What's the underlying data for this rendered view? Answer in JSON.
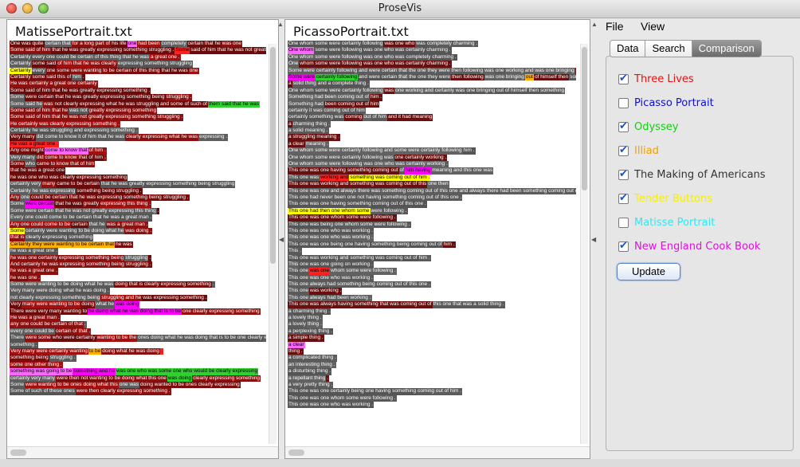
{
  "window": {
    "title": "ProseVis"
  },
  "left_panel": {
    "filename": "MatissePortrait.txt"
  },
  "mid_panel": {
    "filename": "PicassoPortrait.txt"
  },
  "menu": {
    "file": "File",
    "view": "View"
  },
  "tabs": [
    "Data",
    "Search",
    "Comparison"
  ],
  "active_tab": "Comparison",
  "comparison": {
    "items": [
      {
        "label": "Three Lives",
        "checked": true,
        "color": "#e81010"
      },
      {
        "label": "Picasso Portrait",
        "checked": false,
        "color": "#1010d0"
      },
      {
        "label": "Odyssey",
        "checked": true,
        "color": "#10d010"
      },
      {
        "label": "Illiad",
        "checked": true,
        "color": "#f0a000"
      },
      {
        "label": "The Making of Americans",
        "checked": true,
        "color": "#333333"
      },
      {
        "label": "Tender Buttons",
        "checked": true,
        "color": "#f8f000"
      },
      {
        "label": "Matisse Portrait",
        "checked": false,
        "color": "#30e8f0"
      },
      {
        "label": "New England Cook Book",
        "checked": true,
        "color": "#e010e0"
      }
    ],
    "update_label": "Update"
  },
  "left_text": [
    "One was quite certain that for a long part of his life one had been completely certain that he was one",
    "Some said of him that he was greatly expressing something struggling . Some said of him that he was not greatly",
    "Certainly every one could be certain of this thing that he was a great one .",
    "Certainly some said of him that he was clearly expressing something struggling",
    "Certainly every one some were wanting to be certain of this thing that he was one",
    "Certainly some said this of him .",
    "He was certainly a great one certainly",
    "Some said of him that he was greatly expressing something .",
    "Some were certain that he was greatly expressing something being struggling .",
    "Some said he was not clearly expressing what he was struggling and some of such of them said that he was",
    "Some said of him that he was not greatly expressing something",
    "Some said of him that he was not greatly expressing something struggling .",
    "He certainly was clearly expressing something .",
    "Certainly he was struggling and expressing something .",
    "Very many did come to know it of him that he was clearly expressing what he was expressing .",
    "He was a great one .",
    "Any one might come to know that of him .",
    "Very many did come to know that of him .",
    "Some who came to know that of him",
    "that he was a great one",
    "he was one who was clearly expressing something",
    "certainly very many came to be certain that he was greatly expressing something being struggling",
    "Certainly he was expressing something being struggling .",
    "Any one could be certain that he was expressing something being struggling .",
    "Some were certain that he was greatly expressing this thing .",
    "Some were certain that he was not greatly expressing this thing .",
    "Every one could come to be certain that he was a great man .",
    "Any one could come to be certain that he was a great man .",
    "Some certainly were wanting to be doing what he was doing .",
    "that is clearly expressing something",
    "Certainly they were wanting to be certain that he was",
    "he was a great one .",
    "he was one certainly expressing something being struggling .",
    "And certainly he was expressing something being struggling .",
    "he was a great one .",
    "he was one .",
    "Some were wanting to be doing what he was doing that is clearly expressing something .",
    "Very many were doing what he was doing .",
    "not clearly expressing something being struggling and he was expressing something .",
    "Very many were wanting to be doing what he was doing",
    "There were very many wanting to be doing what he was doing that is to be one clearly expressing something",
    "He was a great man .",
    "any one could be certain of that .",
    "every one could be certain of that .",
    "There were some who were certainly wanting to be the ones doing what he was doing that is to be one clearly expressing",
    "something .",
    "Very many were certainly wanting to be doing what he was doing .",
    "something being struggling .",
    "some one other thing .",
    "something was going to be something and he was one who was some one who would be clearly expressing",
    "certainly very many were then not wanting to be doing what this one was doing clearly expressing something",
    "Some were wanting to be ones doing what this one was doing wanted to be ones clearly expressing",
    "Some of such of these ones were then clearly expressing something ."
  ],
  "mid_text": [
    "One whom some were certainly following was one who was completely charming .",
    "One whom some were following was one who was certainly charming .",
    "One whom some were following was one who was completely charming .",
    "One whom some were following was one who was certainly charming .",
    "Some were certainly following and were certain that the one they were then following was one working and was one bringing out of himself",
    "Some were certainly following and were certain that the one they were then following was one bringing out of himself then something that was",
    "a solid thing and a complete thing .",
    "One whom some were certainly following was one working and certainly was one bringing out of himself then something",
    "Something had been coming out of him .",
    "Something had been coming out of him",
    "certainly it was coming out of him",
    "certainly something was coming out of him and it had meaning",
    "a charming thing .",
    "a solid meaning .",
    "a struggling meaning .",
    "a clear meaning .",
    "One whom some were certainly following and some were certainly following him .",
    "One whom some were certainly following was one certainly working .",
    "One whom some were following was one who was certainly working .",
    "This one was one having something coming out of him having meaning and this one was",
    "This one was working and something was coming out of him .",
    "This one was working and something was coming out of this one then",
    "This one was one and always there was something coming out of this one and always there had been something coming out of this one",
    "This one had never been one not having something coming out of this one .",
    "This one was one having something coming out of this one .",
    "This one had then one whom some were following .",
    "This one was one whom some were following .",
    "This one was being one whom some were following .",
    "This one was one who was working .",
    "This one was one who was working .",
    "This one was one being one having something being coming out of him .",
    "This .",
    "This one was working and something was coming out of him .",
    "This one was one going on working .",
    "This one was one whom some were following .",
    "This one was one who was working .",
    "This one always had something being coming out of this one .",
    "This one was working .",
    "This one always had been working .",
    "This one was always having something that was coming out of this one that was a solid thing .",
    "a charming thing .",
    "a lovely thing .",
    "a lovely thing .",
    "a perplexing thing .",
    "a simple thing .",
    "a clear",
    "thing .",
    "a complicated thing .",
    "an interesting thing .",
    "a disturbing thing .",
    "a repellant thing .",
    "a very pretty thing .",
    "This one was one certainly being one having something coming out of him .",
    "This one was one whom some were following .",
    "This one was one who was working ."
  ]
}
